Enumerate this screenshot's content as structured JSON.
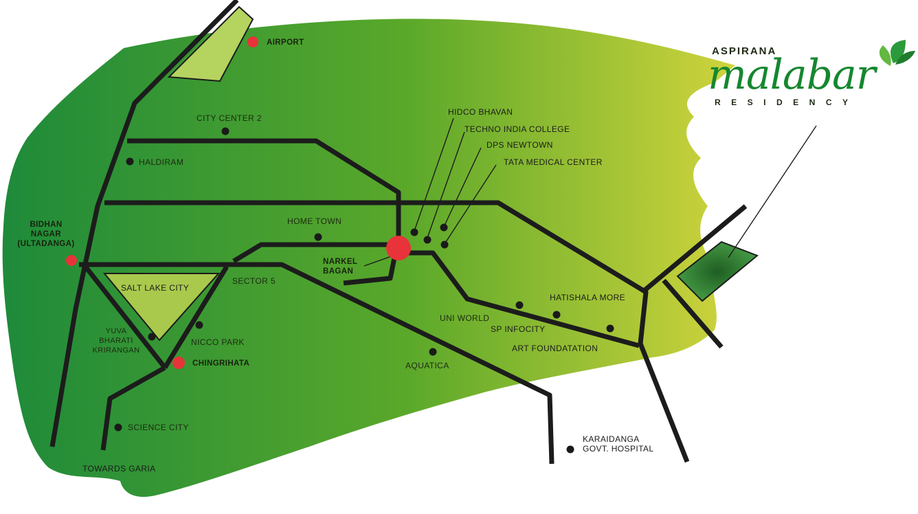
{
  "brand": {
    "top": "ASPIRANA",
    "name": "malabar",
    "sub": "RESIDENCY"
  },
  "colors": {
    "brush_dark": "#1e8a3a",
    "brush_mid": "#5aa82a",
    "brush_light": "#d0d43c",
    "road": "#1c1c1c",
    "marker_red": "#e8333a",
    "marker_black": "#1a1a1a",
    "salt_lake_fill": "#a9c94d",
    "airport_fill": "#b5d35f",
    "site_fill": "#2f8a3a",
    "logo_green": "#15872f"
  },
  "places": {
    "airport": "AIRPORT",
    "city_center_2": "CITY CENTER 2",
    "haldiram": "HALDIRAM",
    "bidhan_nagar": [
      "BIDHAN",
      "NAGAR",
      "(ULTADANGA)"
    ],
    "home_town": "HOME TOWN",
    "narkel_bagan": [
      "NARKEL",
      "BAGAN"
    ],
    "salt_lake_city": "SALT LAKE CITY",
    "sector_5": "SECTOR 5",
    "yuva_bharati": [
      "YUVA",
      "BHARATI",
      "KRIRANGAN"
    ],
    "nicco_park": "NICCO PARK",
    "chingrihata": "CHINGRIHATA",
    "science_city": "SCIENCE CITY",
    "towards_garia": "TOWARDS GARIA",
    "hidco_bhavan": "HIDCO BHAVAN",
    "techno_india": "TECHNO INDIA COLLEGE",
    "dps_newtown": "DPS NEWTOWN",
    "tata_medical": "TATA MEDICAL CENTER",
    "hatishala_more": "HATISHALA MORE",
    "uni_world": "UNI WORLD",
    "sp_infocity": "SP INFOCITY",
    "art_foundation": "ART FOUNDATATION",
    "aquatica": "AQUATICA",
    "karaidanga": [
      "KARAIDANGA",
      "GOVT. HOSPITAL"
    ]
  }
}
